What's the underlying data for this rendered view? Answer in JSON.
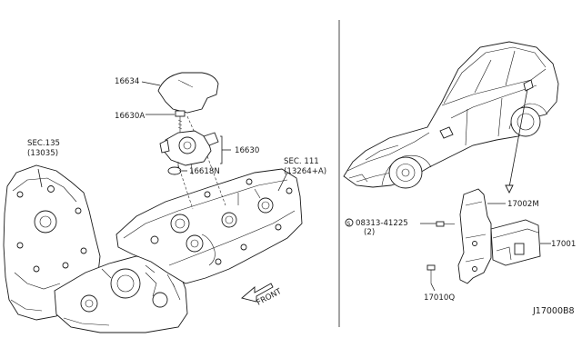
{
  "diagram": {
    "left_view": {
      "labels": {
        "fuel_pump_cover": "16634",
        "bolt": "16630A",
        "high_pressure_pump": "16630",
        "o_ring": "16618N",
        "sec_135_title": "SEC.135",
        "sec_135_ref": "(13035)",
        "sec_111_title": "SEC. 111",
        "sec_111_ref": "(13264+A)",
        "front_arrow": "FRONT"
      }
    },
    "right_view": {
      "labels": {
        "bracket": "17002M",
        "screw_code": "08313-41225",
        "screw_qty": "(2)",
        "module": "17001",
        "bolt": "17010Q"
      }
    },
    "diagram_id": "J17000B8"
  }
}
